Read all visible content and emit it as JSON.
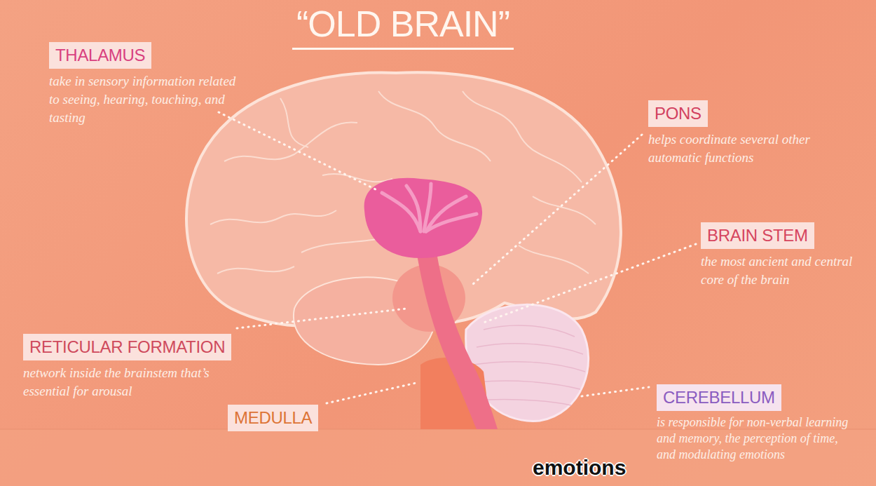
{
  "diagram": {
    "title": "“OLD BRAIN”",
    "nodes": [
      {
        "text": [
          "THALAMUS",
          "take in sensory information related to seeing, hearing, touching, and tasting"
        ]
      },
      {
        "text": [
          "PONS",
          "helps coordinate several other automatic functions"
        ]
      },
      {
        "text": [
          "BRAIN STEM",
          "the most ancient and central core of the brain"
        ]
      },
      {
        "text": [
          "RETICULAR FORMATION",
          "network inside the brainstem that’s essential for arousal"
        ]
      },
      {
        "text": [
          "MEDULLA"
        ]
      },
      {
        "text": [
          "CEREBELLUM",
          "is responsible for non-verbal learning and memory, the perception of time, and modulating emotions"
        ]
      }
    ],
    "labels": [
      "emotions"
    ]
  }
}
